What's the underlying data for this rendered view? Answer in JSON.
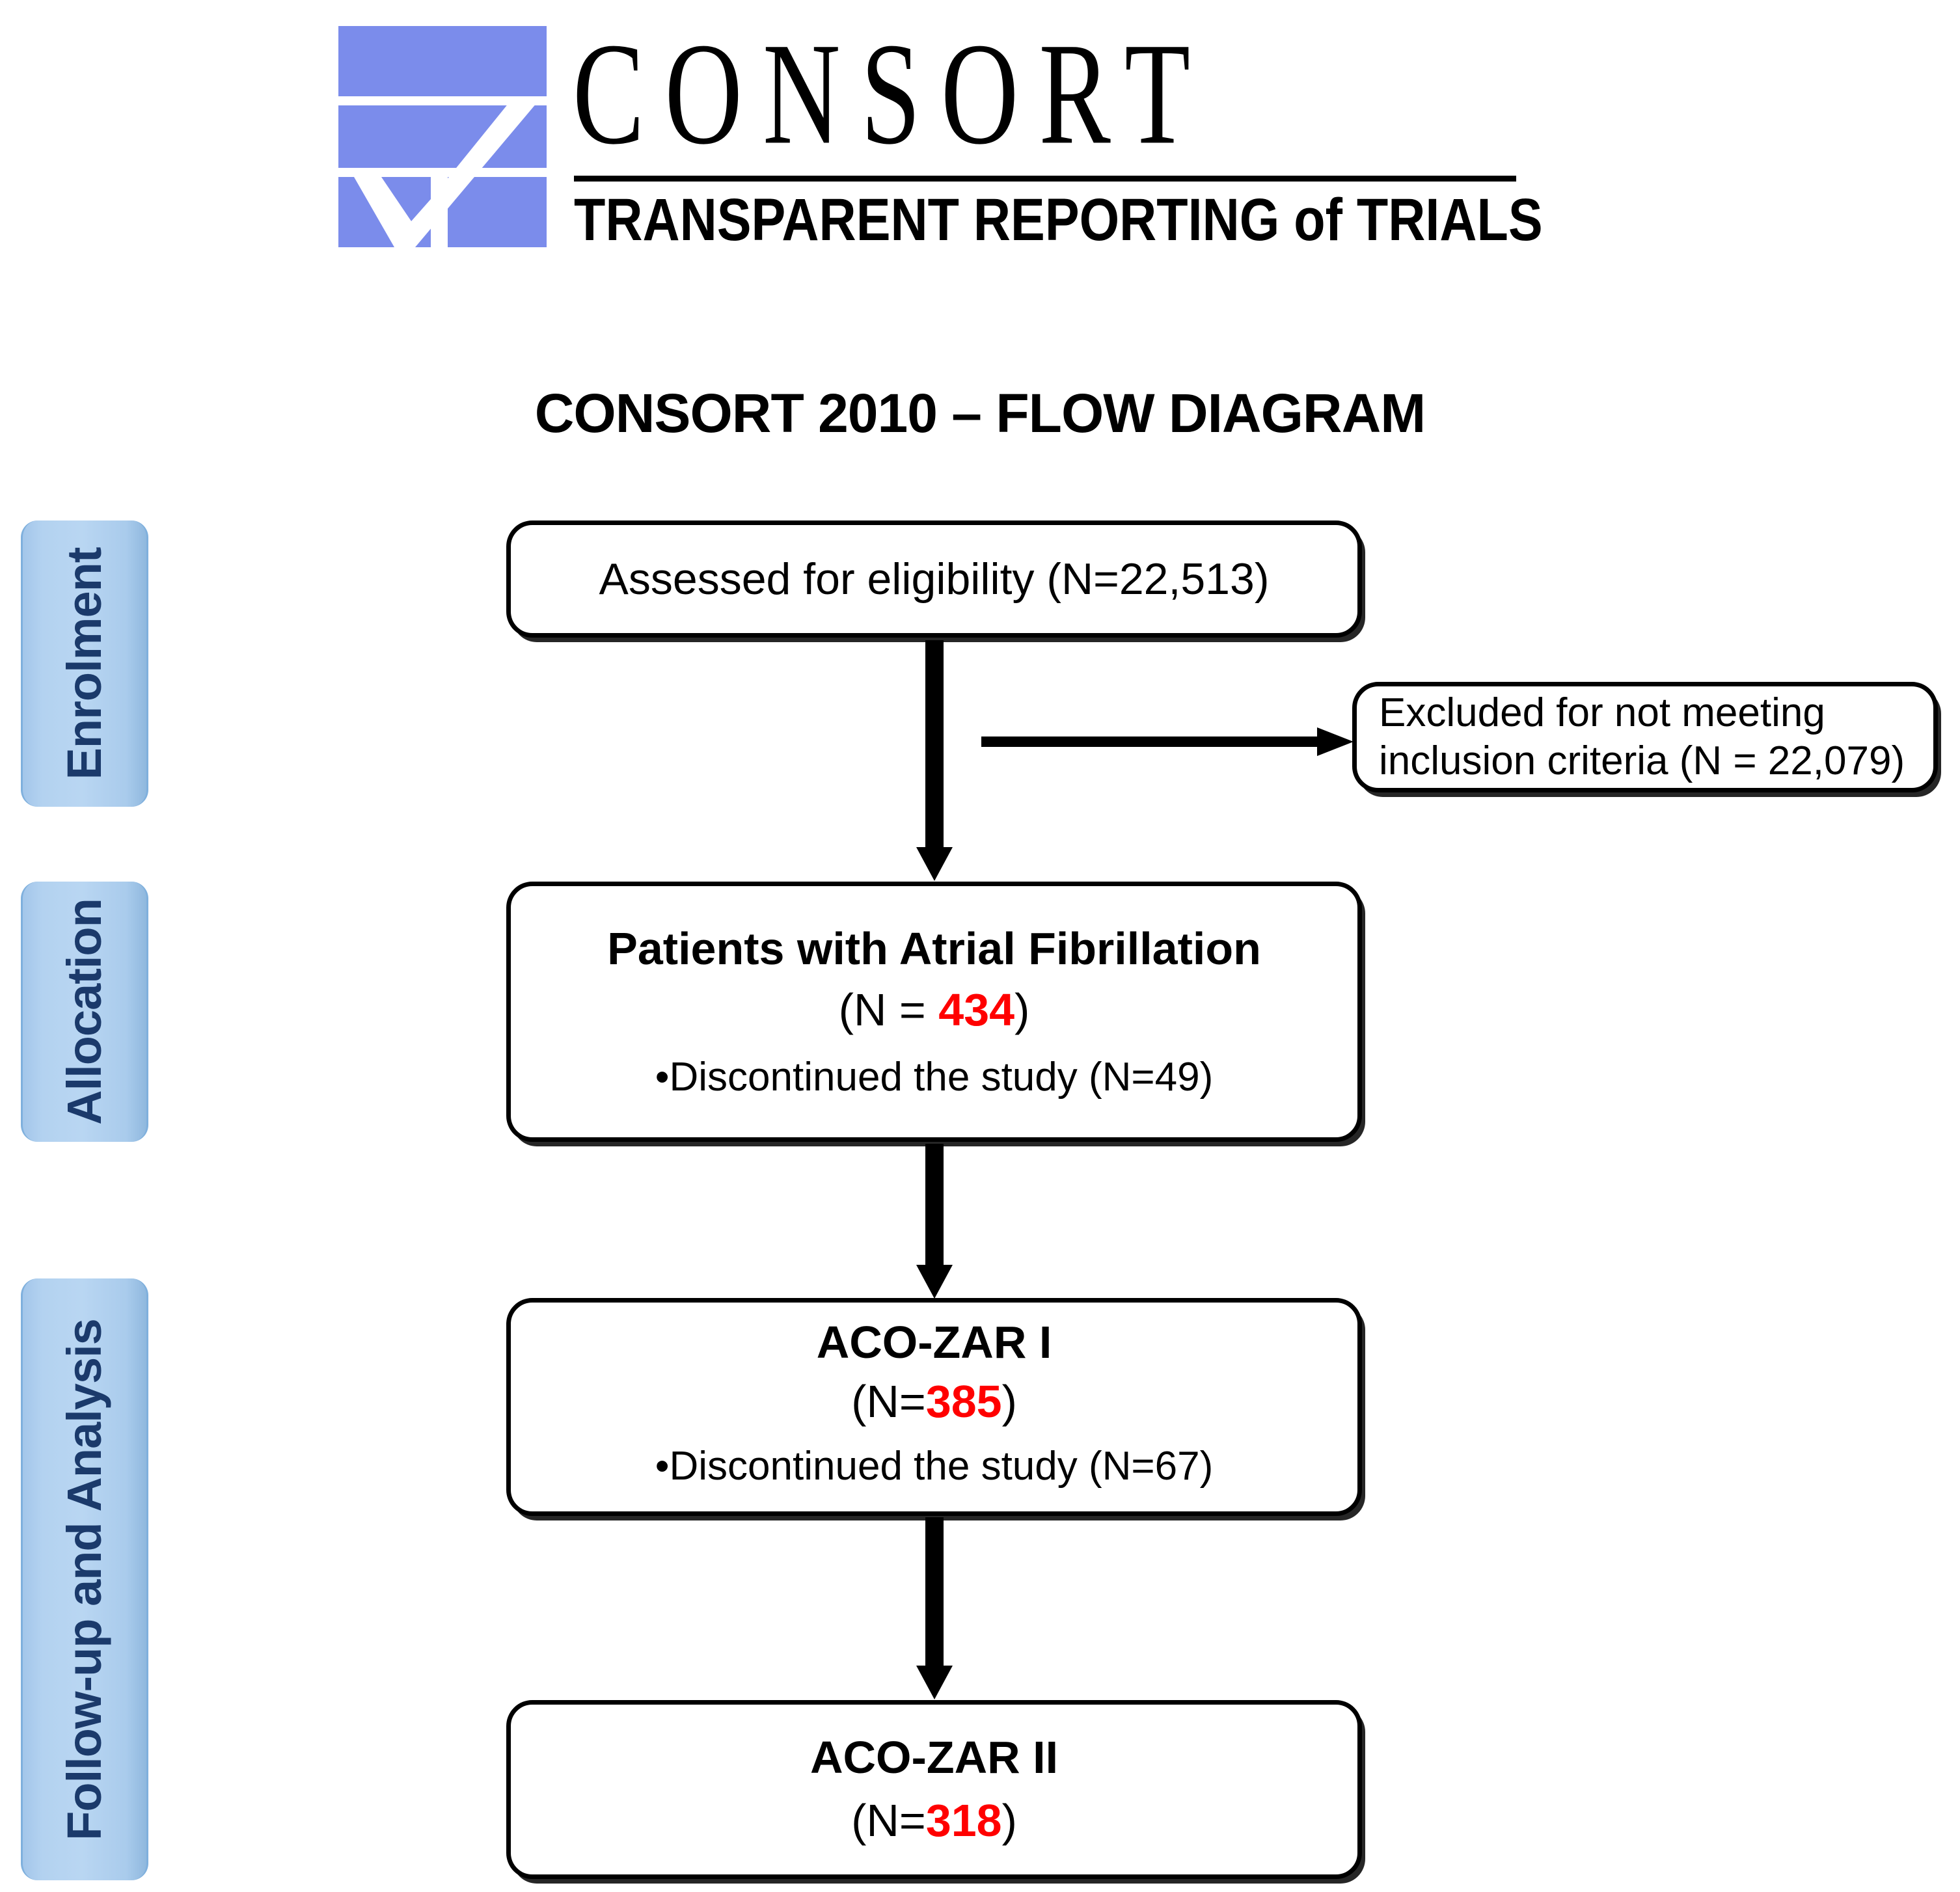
{
  "logo": {
    "wordmark": "CONSORT",
    "tagline": "TRANSPARENT REPORTING of TRIALS",
    "mark_color": "#7b8ceb",
    "mark_icon": "consort-bars-checkmark-icon"
  },
  "title": "CONSORT 2010 – FLOW DIAGRAM",
  "accent_colors": {
    "count_red": "#ff0000",
    "stage_chip_blue": "#b3d2f0",
    "stage_chip_text": "#1b3a6b",
    "logo_blue": "#7b8ceb"
  },
  "stages": [
    {
      "id": "enrolment",
      "label": "Enrolment"
    },
    {
      "id": "allocation",
      "label": "Allocation"
    },
    {
      "id": "followup",
      "label": "Follow-up and Analysis"
    }
  ],
  "boxes": {
    "assessed": {
      "line1": "Assessed for eligibility (N=22,513)"
    },
    "excluded": {
      "line1": "Excluded for not meeting",
      "line2": "inclusion criteria (N = 22,079)"
    },
    "atrial_fibrillation": {
      "title": "Patients with Atrial Fibrillation",
      "n_prefix": "(N = ",
      "n_value": "434",
      "n_suffix": ")",
      "bullet": "•Discontinued the study (N=49)"
    },
    "aco_zar_1": {
      "title": "ACO-ZAR I",
      "n_prefix": "(N=",
      "n_value": "385",
      "n_suffix": ")",
      "bullet": "•Discontinued the study (N=67)"
    },
    "aco_zar_2": {
      "title": "ACO-ZAR II",
      "n_prefix": "(N=",
      "n_value": "318",
      "n_suffix": ")"
    }
  },
  "chart_data": {
    "type": "flow",
    "title": "CONSORT 2010 – FLOW DIAGRAM",
    "nodes": [
      {
        "id": "assessed",
        "stage": "Enrolment",
        "label": "Assessed for eligibility",
        "n": 22513
      },
      {
        "id": "excluded",
        "stage": "Enrolment",
        "label": "Excluded for not meeting inclusion criteria",
        "n": 22079
      },
      {
        "id": "atrial_fibrillation",
        "stage": "Allocation",
        "label": "Patients with Atrial Fibrillation",
        "n": 434,
        "discontinued": 49
      },
      {
        "id": "aco_zar_1",
        "stage": "Follow-up and Analysis",
        "label": "ACO-ZAR I",
        "n": 385,
        "discontinued": 67
      },
      {
        "id": "aco_zar_2",
        "stage": "Follow-up and Analysis",
        "label": "ACO-ZAR II",
        "n": 318
      }
    ],
    "edges": [
      {
        "from": "assessed",
        "to": "excluded",
        "direction": "right"
      },
      {
        "from": "assessed",
        "to": "atrial_fibrillation",
        "direction": "down"
      },
      {
        "from": "atrial_fibrillation",
        "to": "aco_zar_1",
        "direction": "down"
      },
      {
        "from": "aco_zar_1",
        "to": "aco_zar_2",
        "direction": "down"
      }
    ]
  }
}
